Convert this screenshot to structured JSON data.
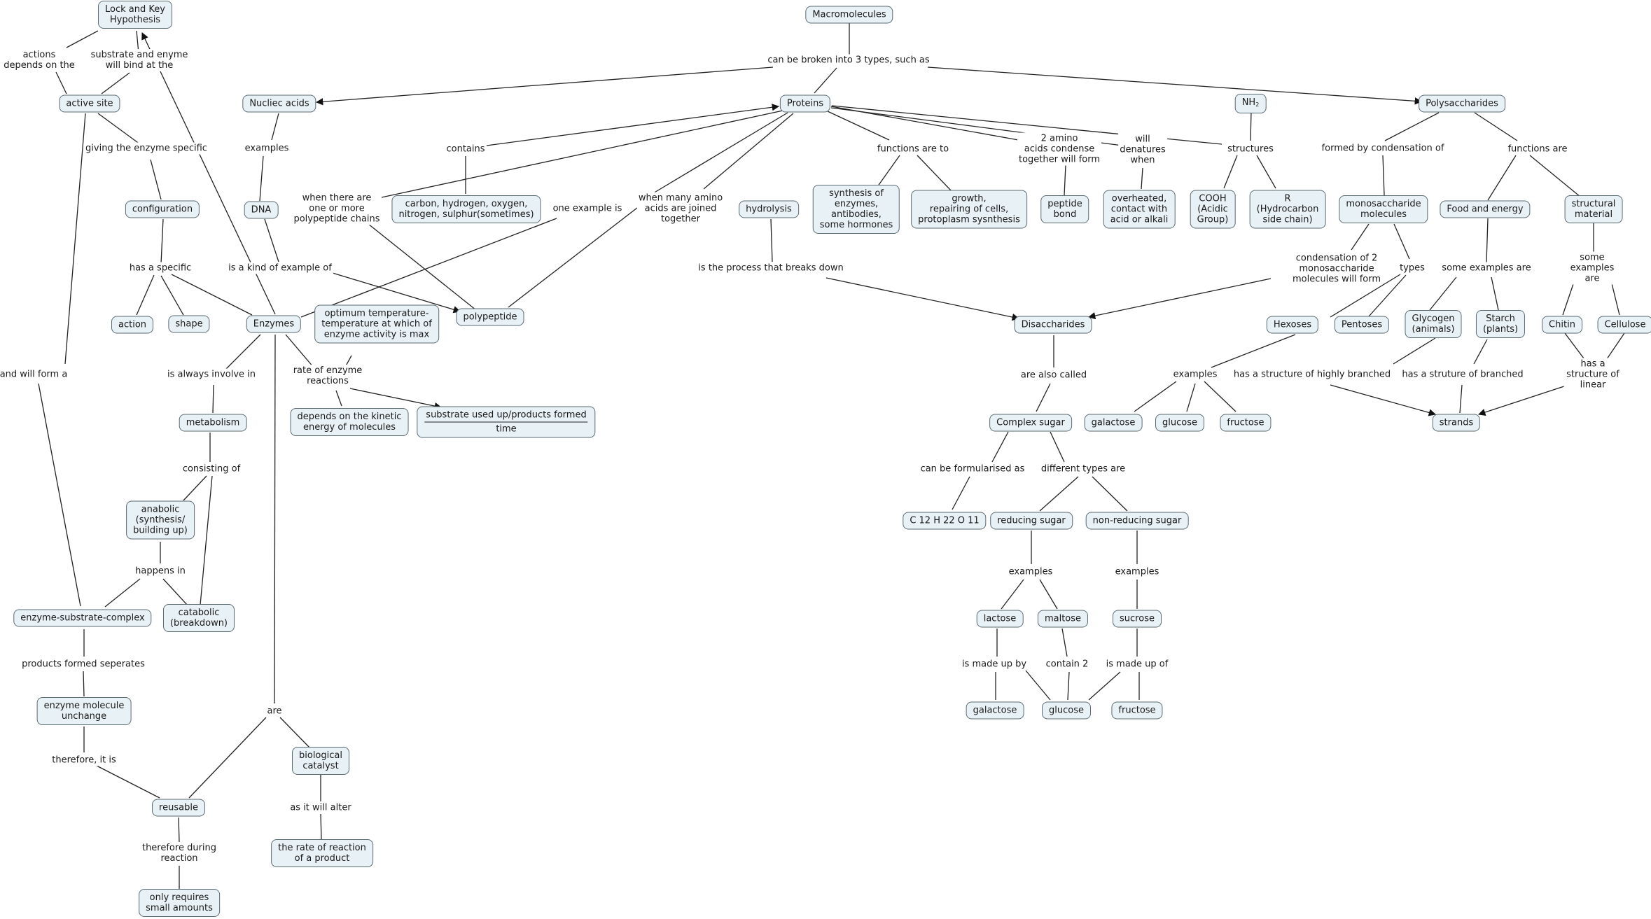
{
  "nodes": {
    "lock_key": "Lock and Key\nHypothesis",
    "macromolecules": "Macromolecules",
    "active_site": "active site",
    "nucleic_acids": "Nucliec acids",
    "proteins": "Proteins",
    "nh2_base": "NH",
    "nh2_sub": "2",
    "polysaccharides": "Polysaccharides",
    "configuration": "configuration",
    "dna": "DNA",
    "elements": "carbon, hydrogen, oxygen,\nnitrogen, sulphur(sometimes)",
    "hydrolysis": "hydrolysis",
    "synthesis": "synthesis of\nenzymes,\nantibodies,\nsome hormones",
    "growth": "growth,\nrepairing of cells,\nprotoplasm sysnthesis",
    "peptide_bond": "peptide\nbond",
    "overheated": "overheated,\ncontact with\nacid or alkali",
    "cooh": "COOH\n(Acidic\nGroup)",
    "r_chain": "R\n(Hydrocarbon\nside chain)",
    "monosaccharide": "monosaccharide\nmolecules",
    "food_energy": "Food and energy",
    "structural_material": "structural material",
    "action": "action",
    "shape": "shape",
    "enzymes": "Enzymes",
    "optimum_temp": "optimum temperature-\ntemperature at which of\nenzyme activity is max",
    "polypeptide": "polypeptide",
    "disaccharides": "Disaccharides",
    "hexoses": "Hexoses",
    "pentoses": "Pentoses",
    "glycogen": "Glycogen\n(animals)",
    "starch": "Starch\n(plants)",
    "chitin": "Chitin",
    "cellulose": "Cellulose",
    "kinetic_energy": "depends on the kinetic\nenergy of molecules",
    "rate_numerator": "substrate used up/products formed",
    "rate_denominator": "time",
    "metabolism": "metabolism",
    "complex_sugar": "Complex sugar",
    "galactose_1": "galactose",
    "glucose_1": "glucose",
    "fructose_1": "fructose",
    "strands": "strands",
    "formula": "C 12 H 22 O 11",
    "reducing_sugar": "reducing sugar",
    "non_reducing_sugar": "non-reducing sugar",
    "anabolic": "anabolic\n(synthesis/\nbuilding up)",
    "lactose": "lactose",
    "maltose": "maltose",
    "sucrose": "sucrose",
    "catabolic": "catabolic\n(breakdown)",
    "esc": "enzyme-substrate-complex",
    "galactose_2": "galactose",
    "glucose_2": "glucose",
    "fructose_2": "fructose",
    "enzyme_unchange": "enzyme molecule\nunchange",
    "biological_catalyst": "biological\ncatalyst",
    "reusable": "reusable",
    "rate_product": "the rate of reaction\nof a product",
    "small_amounts": "only requires\nsmall amounts"
  },
  "links": {
    "actions_depends": "actions\ndepends on the",
    "substrate_bind": "substrate and enyme\nwill bind at the",
    "broken_into": "can be broken into 3 types, such as",
    "giving_specific": "giving the enzyme specific",
    "examples_dna": "examples",
    "contains": "contains",
    "functions_to": "functions are to",
    "amino_condense": "2 amino\nacids condense\ntogether will form",
    "will_denature": "will\ndenatures\nwhen",
    "structures": "structures",
    "formed_condensation": "formed by condensation of",
    "functions_are": "functions are",
    "when_chains": "when there are\none or more\npolypeptide chains",
    "one_example": "one example is",
    "when_joined": "when many amino\nacids are joined\ntogether",
    "has_specific": "has a specific",
    "kind_of": "is a kind of example of",
    "process_breaks": "is the process that breaks down",
    "condensation_2": "condensation of 2\nmonosaccharide\nmolecules will form",
    "types": "types",
    "some_examples_1": "some examples are",
    "some_examples_2": "some examples are",
    "and_will_form": "and will form a",
    "always_involve": "is always involve in",
    "rate_enzyme": "rate of enzyme\nreactions",
    "also_called": "are also called",
    "examples_hex": "examples",
    "highly_branched": "has a structure of highly branched",
    "branched": "has a struture of branched",
    "linear": "has a structure of linear",
    "consisting_of": "consisting of",
    "formularised": "can be formularised as",
    "different_types": "different types are",
    "happens_in": "happens in",
    "examples_red": "examples",
    "examples_nonred": "examples",
    "products_separate": "products formed seperates",
    "made_up_by": "is made up by",
    "contain_2": "contain 2",
    "made_up_of": "is made up of",
    "are": "are",
    "therefore_it_is": "therefore, it is",
    "will_alter": "as it will alter",
    "therefore_during": "therefore during\nreaction"
  }
}
